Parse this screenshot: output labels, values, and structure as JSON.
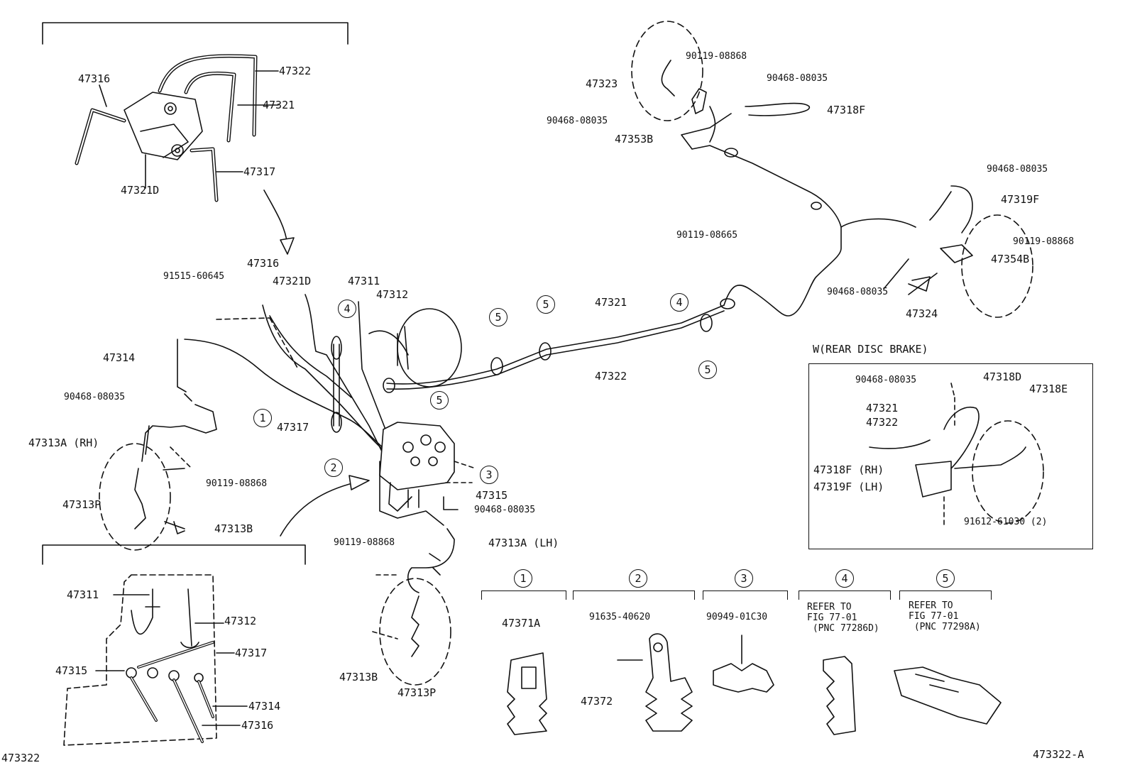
{
  "labels": {
    "l47316a": "47316",
    "l47322a": "47322",
    "l47321a": "47321",
    "l47317a": "47317",
    "l47321Da": "47321D",
    "l47316b": "47316",
    "l47321Db": "47321D",
    "l91515": "91515-60645",
    "l47311a": "47311",
    "l47312a": "47312",
    "l47314a": "47314",
    "l90468a": "90468-08035",
    "l47313ARH": "47313A (RH)",
    "l90119a": "90119-08868",
    "l47313Pa": "47313P",
    "l47313Ba": "47313B",
    "l47317b": "47317",
    "l47315a": "47315",
    "l90468b": "90468-08035",
    "l90119b": "90119-08868",
    "l47313ALH": "47313A (LH)",
    "l47313Bb": "47313B",
    "l47313Pb": "47313P",
    "l47321b": "47321",
    "l47322b": "47322",
    "l47323": "47323",
    "l90119c": "90119-08868",
    "l90468c": "90468-08035",
    "l90468d": "90468-08035",
    "l47318F": "47318F",
    "l47353B": "47353B",
    "l90468e": "90468-08035",
    "l47319F": "47319F",
    "l90119d": "90119-08665",
    "l90119e": "90119-08868",
    "l47354B": "47354B",
    "l90468f": "90468-08035",
    "l47324": "47324",
    "l47311b": "47311",
    "l47312b": "47312",
    "l47317c": "47317",
    "l47315b": "47315",
    "l47314b": "47314",
    "l47316c": "47316",
    "l90468g": "90468-08035",
    "l47318D": "47318D",
    "l47318E": "47318E",
    "l47321c": "47321",
    "l47322c": "47322",
    "l47318FRH": "47318F (RH)",
    "l47319FLH": "47319F (LH)",
    "l91612": "91612-61030 (2)",
    "l47371A": "47371A",
    "l91635": "91635-40620",
    "l47372": "47372",
    "l90949": "90949-01C30"
  },
  "callouts": {
    "c1": "1",
    "c2": "2",
    "c3": "3",
    "c4": "4",
    "c5": "5"
  },
  "inset": {
    "title": "W(REAR DISC BRAKE)"
  },
  "notes": {
    "n4": "REFER TO\nFIG 77-01\n (PNC 77286D)",
    "n5": "REFER TO\nFIG 77-01\n (PNC 77298A)"
  },
  "footer": {
    "left": "473322",
    "right": "473322-A"
  }
}
